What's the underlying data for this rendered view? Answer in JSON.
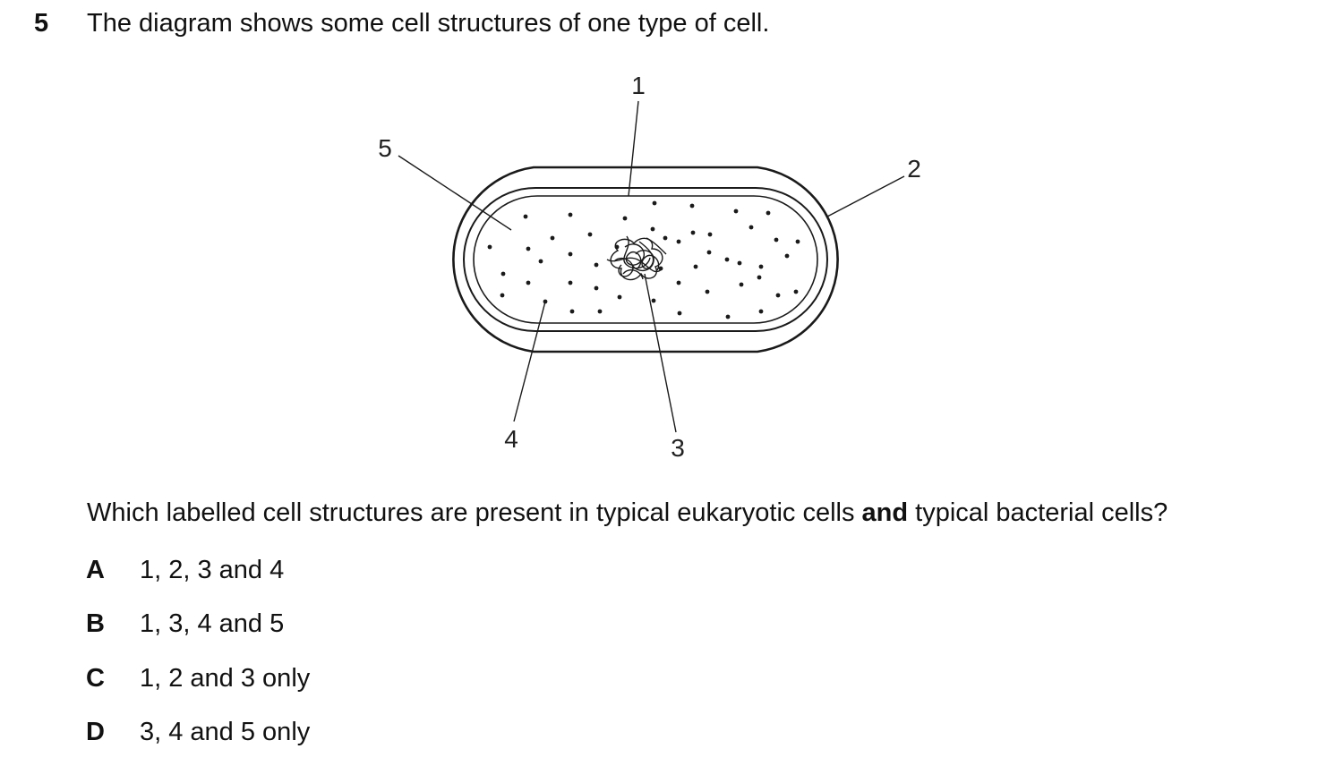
{
  "question": {
    "number": "5",
    "stem": "The diagram shows some cell structures of one type of cell.",
    "prompt_before": "Which labelled cell structures are present in typical eukaryotic cells ",
    "prompt_bold": "and",
    "prompt_after": " typical bacterial cells?"
  },
  "diagram": {
    "labels": {
      "l1": "1",
      "l2": "2",
      "l3": "3",
      "l4": "4",
      "l5": "5"
    }
  },
  "options": [
    {
      "letter": "A",
      "text": "1, 2, 3 and 4"
    },
    {
      "letter": "B",
      "text": "1, 3, 4 and 5"
    },
    {
      "letter": "C",
      "text": "1, 2 and 3 only"
    },
    {
      "letter": "D",
      "text": "3, 4 and 5 only"
    }
  ]
}
